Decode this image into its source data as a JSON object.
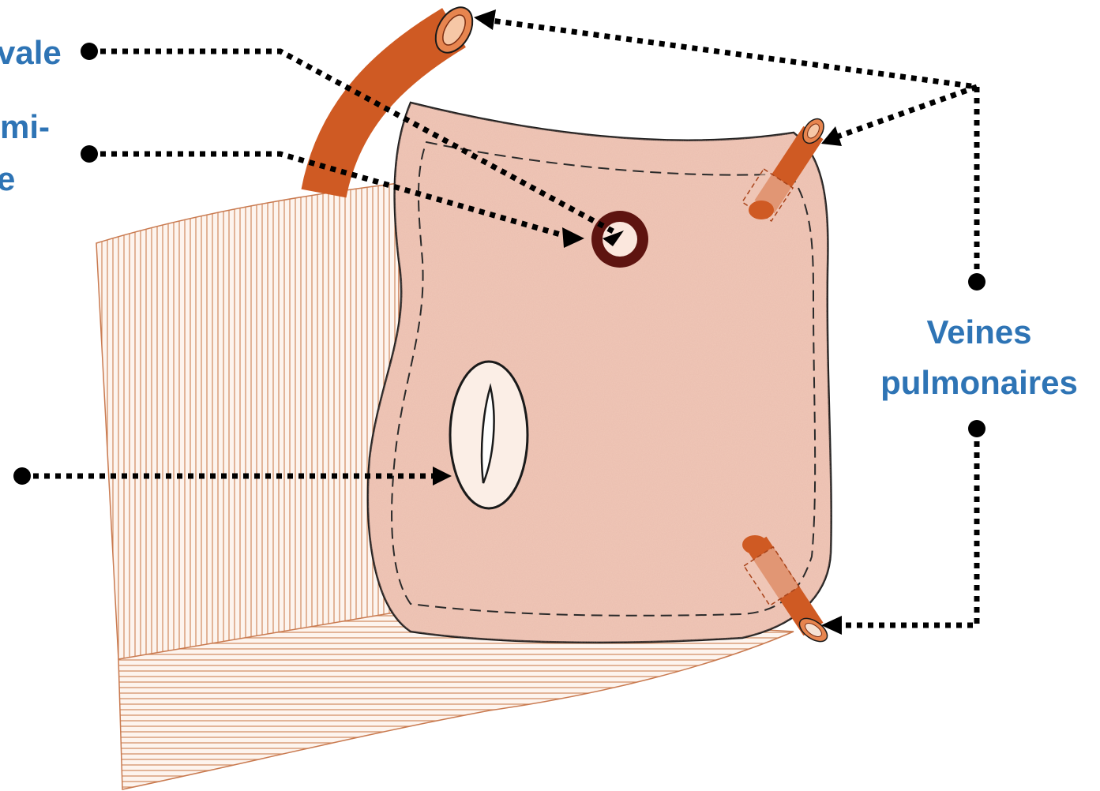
{
  "colors": {
    "label": "#2e74b5",
    "vessel": "#cf5a23",
    "vessel_dark": "#a8431a",
    "sac": "#f0c8b8",
    "striated_line": "#d08a5e",
    "ring": "#5e1410",
    "leader": "#000000",
    "outline": "#1a1a1a"
  },
  "labels": {
    "vena_cava_fragment": "vale",
    "semi_fragment_line1": "mi-",
    "semi_fragment_line2": "e",
    "pulmonary_veins_line1": "Veines",
    "pulmonary_veins_line2": "pulmonaires"
  },
  "icons": {
    "leader_endpoint": "dot-icon",
    "leader_tip": "arrowhead-icon"
  }
}
